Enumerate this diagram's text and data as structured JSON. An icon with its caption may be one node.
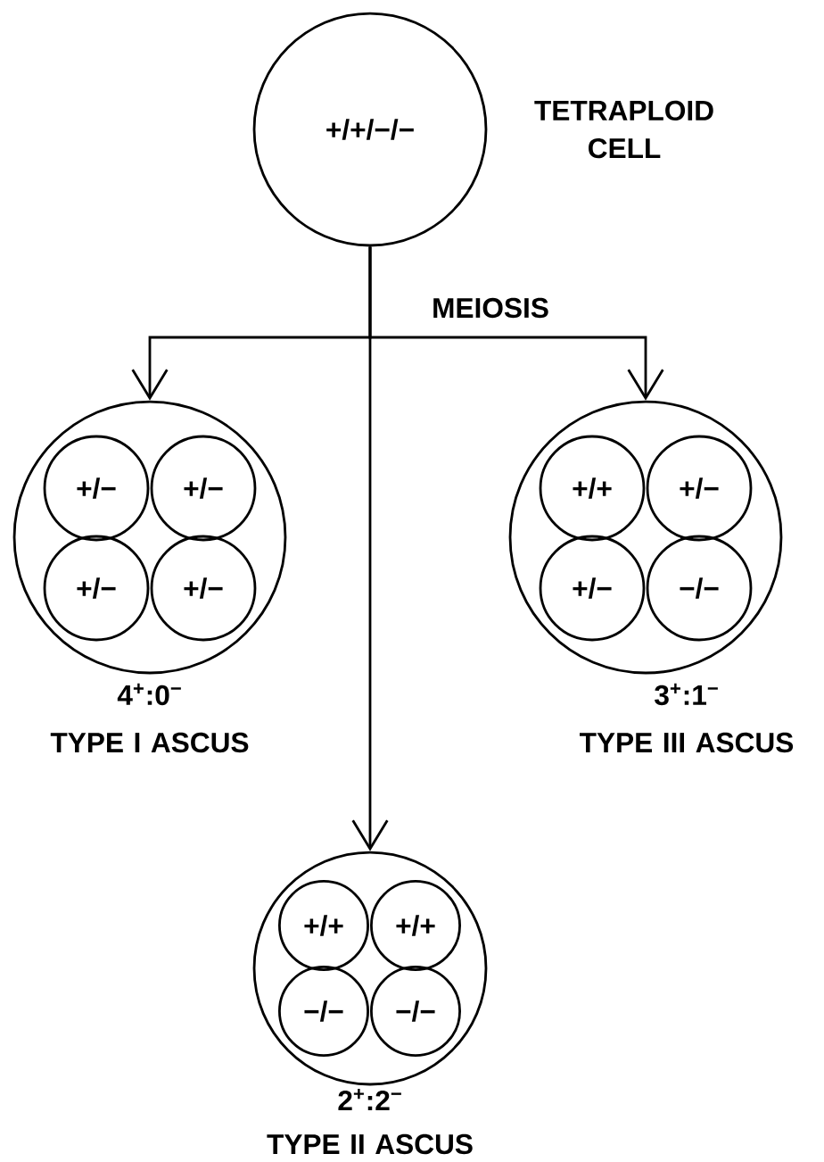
{
  "diagram": {
    "nodes": [
      {
        "text": [
          "+/+/−/−"
        ],
        "beside": [
          "TETRAPLOID CELL"
        ]
      },
      {
        "text": [],
        "shape": "circle",
        "beside": [
          "4$^{+}$:0$^{−}$",
          "TYPE I ASCUS"
        ]
      },
      {
        "text": [
          "+/−"
        ],
        "in": 1
      },
      {
        "text": [
          "+/−"
        ],
        "in": 1
      },
      {
        "text": [
          "+/−"
        ],
        "in": 1
      },
      {
        "text": [
          "+/−"
        ],
        "in": 1
      },
      {
        "text": [],
        "shape": "circle",
        "beside": [
          "3$^{+}$:1$^{−}$",
          "TYPE III ASCUS"
        ]
      },
      {
        "text": [
          "+/+"
        ],
        "in": 6
      },
      {
        "text": [
          "+/−"
        ],
        "in": 6
      },
      {
        "text": [
          "+/−"
        ],
        "in": 6
      },
      {
        "text": [
          "−/−"
        ],
        "in": 6
      },
      {
        "text": [],
        "shape": "circle",
        "beside": [
          "2$^{+}$:2$^{−}$",
          "TYPE II ASCUS"
        ]
      },
      {
        "text": [
          "+/+"
        ],
        "in": 11
      },
      {
        "text": [
          "+/+"
        ],
        "in": 11
      },
      {
        "text": [
          "−/−"
        ],
        "in": 11
      },
      {
        "text": [
          "−/−"
        ],
        "in": 11
      }
    ],
    "edges": [
      {
        "from": 0,
        "to": 1,
        "arrow": "to"
      },
      {
        "from": 0,
        "to": 6,
        "arrow": "to"
      },
      {
        "from": 0,
        "to": 11,
        "arrow": "to"
      }
    ],
    "labels": [
      "MEIOSIS"
    ]
  }
}
